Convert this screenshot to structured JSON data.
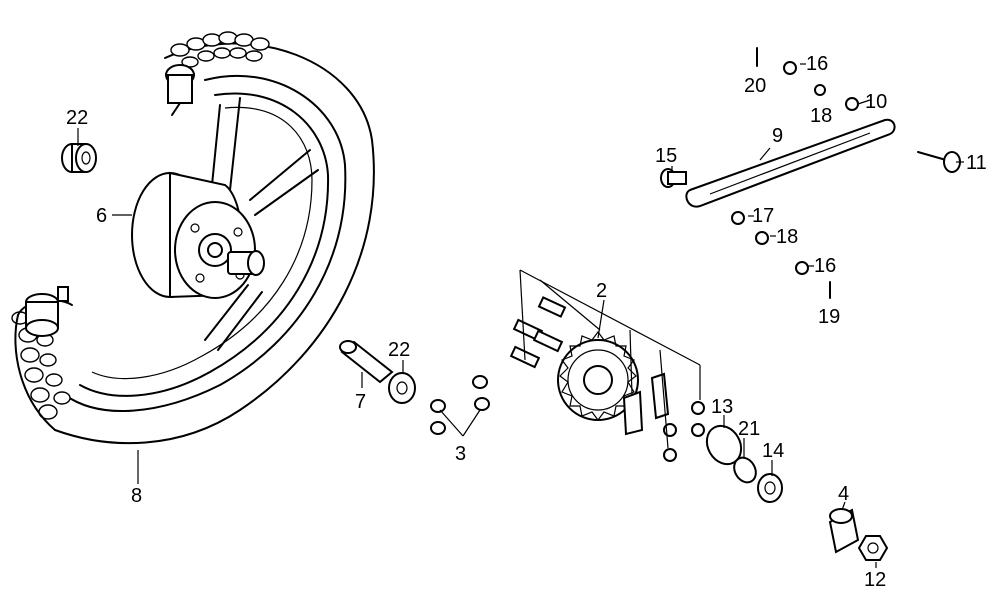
{
  "callouts": {
    "p1": "2",
    "p2": "3",
    "p3": "4",
    "p4": "6",
    "p5": "7",
    "p6": "8",
    "p7": "9",
    "p8": "10",
    "p9": "11",
    "p10": "12",
    "p11": "13",
    "p12": "14",
    "p13": "15",
    "p14": "16",
    "p15": "16",
    "p16": "17",
    "p17": "18",
    "p18": "18",
    "p19": "19",
    "p20": "20",
    "p21": "21",
    "p22": "22",
    "p23": "22"
  }
}
